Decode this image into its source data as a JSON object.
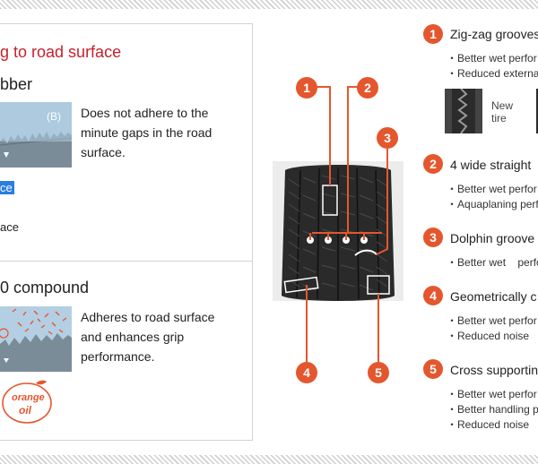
{
  "left": {
    "top_heading": "g to road surface",
    "conv_title": "bber",
    "conv_badge": "(B)",
    "conv_desc": [
      "Does not adhere to the",
      "minute gaps in the road",
      "surface."
    ],
    "conv_highlight": "ce",
    "conv_surface": "ace",
    "new_title": "0 compound",
    "new_desc": [
      "Adheres to road surface",
      "and enhances grip",
      "performance."
    ],
    "orange_oil": [
      "orange",
      "oil"
    ]
  },
  "callouts": [
    "1",
    "2",
    "3",
    "4",
    "5"
  ],
  "features": [
    {
      "num": "1",
      "title": "Zig-zag grooves",
      "bullets": [
        "Better wet perfor",
        "Reduced externa"
      ]
    },
    {
      "num": "2",
      "title": "4 wide straight",
      "bullets": [
        "Better wet perfor",
        "Aquaplaning perf"
      ]
    },
    {
      "num": "3",
      "title": "Dolphin groove",
      "bullets": [
        "Better wet    perfo"
      ]
    },
    {
      "num": "4",
      "title": "Geometrically c",
      "bullets": [
        "Better wet perfor",
        "Reduced noise"
      ]
    },
    {
      "num": "5",
      "title": "Cross supportin",
      "bullets": [
        "Better wet perfor",
        "Better handling p",
        "Reduced noise"
      ]
    }
  ],
  "sample": {
    "label": [
      "New",
      "tire"
    ]
  },
  "colors": {
    "accent": "#e4572e",
    "red_heading": "#c7202c",
    "highlight": "#2a7de1"
  }
}
